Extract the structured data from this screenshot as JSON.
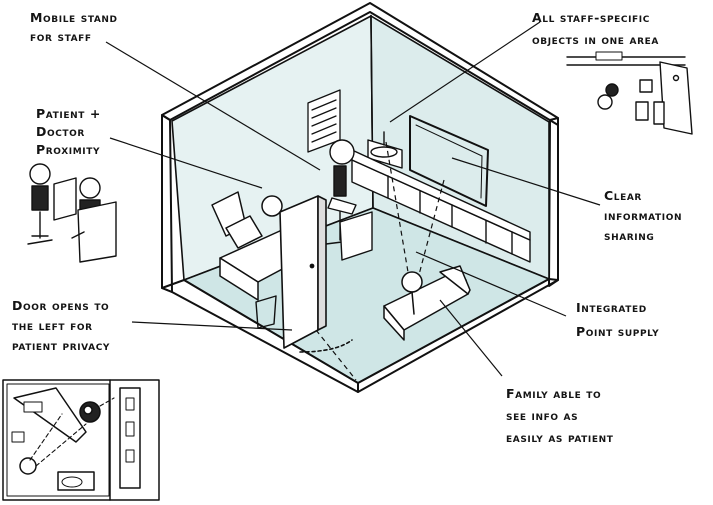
{
  "colors": {
    "ink": "#111111",
    "floor": "#cfe6e6",
    "wall_back": "#e6f2f2",
    "wall_left": "#dcecec",
    "wall_thickness": "#a9a9a9",
    "wall_top": "#ffffff"
  },
  "annotations": {
    "mobile_stand": [
      "Mobile stand",
      "for staff"
    ],
    "staff_objects": [
      "All staff-specific",
      "objects in one area"
    ],
    "proximity": [
      "Patient +",
      "Doctor",
      "Proximity"
    ],
    "clear_info": [
      "Clear",
      "information",
      "sharing"
    ],
    "door": [
      "Door opens to",
      "the left for",
      "patient privacy"
    ],
    "supply": [
      "Integrated",
      "Point supply"
    ],
    "family": [
      "Family able to",
      "see info as",
      "easily as patient"
    ]
  },
  "icons": [
    "room-diagram-icon",
    "doctor-patient-sketch-icon",
    "staff-wall-sketch-icon",
    "floor-plan-icon"
  ]
}
